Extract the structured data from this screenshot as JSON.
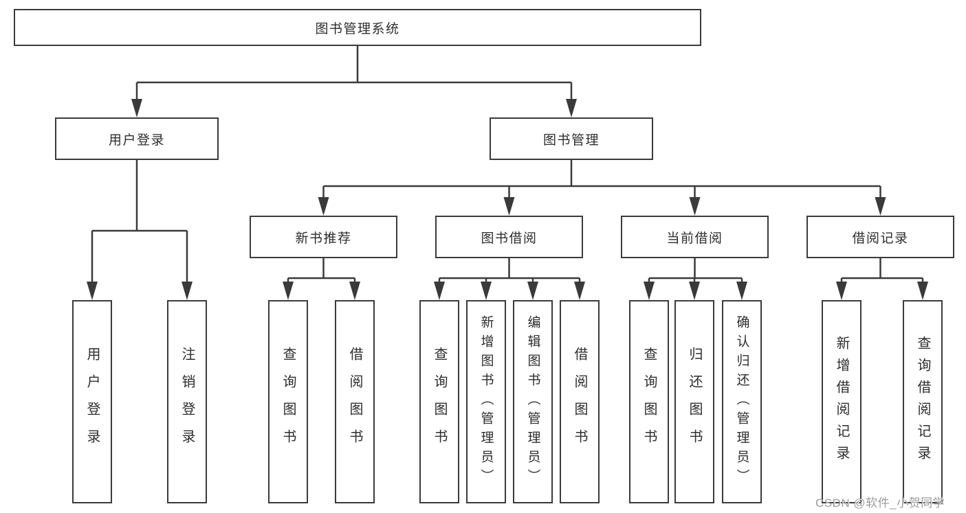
{
  "diagram": {
    "root": {
      "label": "图书管理系统"
    },
    "level2": {
      "user_login": {
        "label": "用户登录"
      },
      "book_mgmt": {
        "label": "图书管理"
      }
    },
    "level3": {
      "new_books": {
        "label": "新书推荐"
      },
      "borrow": {
        "label": "图书借阅"
      },
      "current": {
        "label": "当前借阅"
      },
      "records": {
        "label": "借阅记录"
      }
    },
    "leaves": {
      "user_login": [
        "用户登录",
        "注销登录"
      ],
      "new_books": [
        "查询图书",
        "借阅图书"
      ],
      "borrow": [
        "查询图书",
        "新增图书（管理员）",
        "编辑图书（管理员）",
        "借阅图书"
      ],
      "current": [
        "查询图书",
        "归还图书",
        "确认归还（管理员）"
      ],
      "records": [
        "新增借阅记录",
        "查询借阅记录"
      ]
    }
  },
  "watermark": {
    "text": "CSDN @软件_小贺同学"
  },
  "colors": {
    "line": "#3a3a3a",
    "border": "#3a3a3a",
    "text": "#2d2d2d",
    "background": "#ffffff",
    "watermark": "#9c9c9c"
  }
}
